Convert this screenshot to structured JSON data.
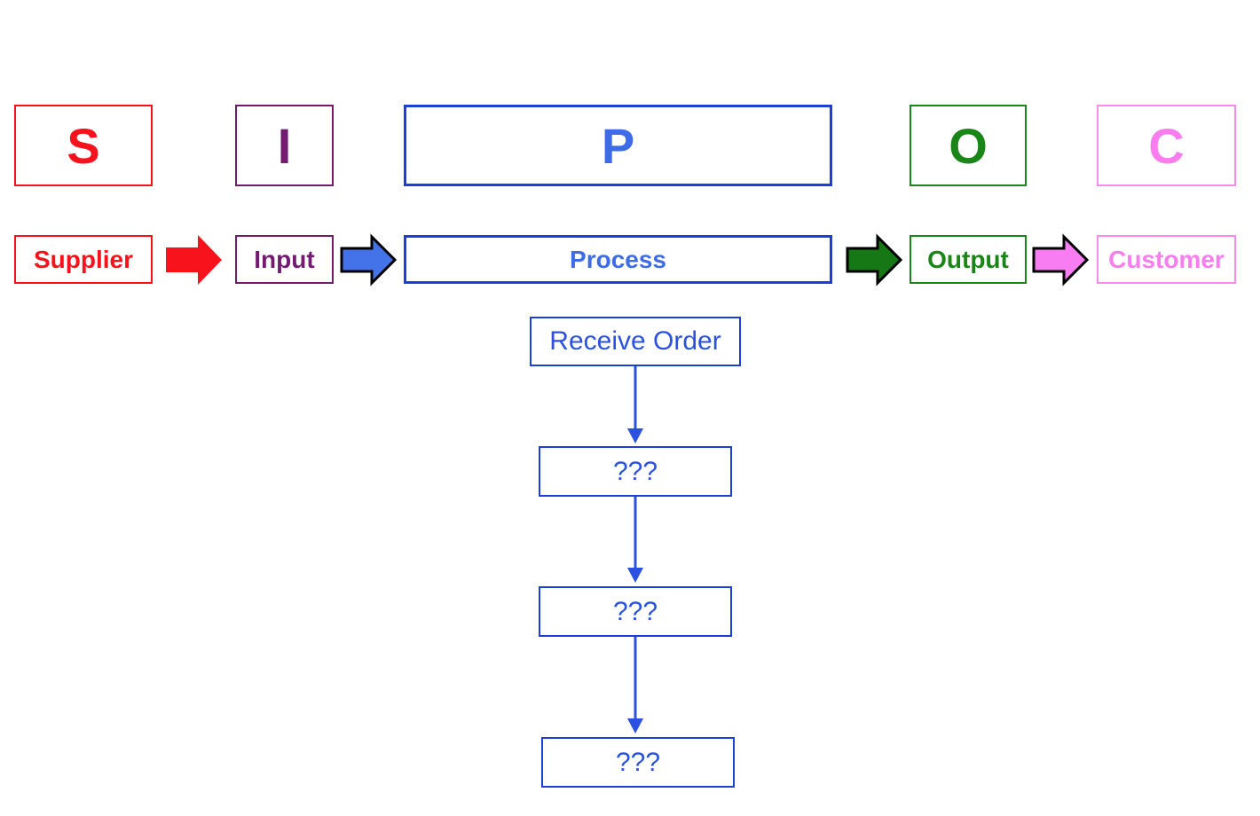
{
  "colors": {
    "red": "#F8121C",
    "purple": "#731B70",
    "blue": "#1C3FDB",
    "blue_light": "#3E6CE8",
    "blue_flow": "#2B51E0",
    "blue_arrow": "#4472E8",
    "green": "#1A8617",
    "green_arrow": "#157815",
    "pink": "#F97DEE",
    "pink_border": "#F98BF0",
    "pink_arrow": "#F97DF2",
    "outline": "#000000"
  },
  "sipoc": {
    "columns": [
      {
        "key": "supplier",
        "letter": "S",
        "label": "Supplier",
        "color": "red"
      },
      {
        "key": "input",
        "letter": "I",
        "label": "Input",
        "color": "purple"
      },
      {
        "key": "process",
        "letter": "P",
        "label": "Process",
        "color": "blue"
      },
      {
        "key": "output",
        "letter": "O",
        "label": "Output",
        "color": "green"
      },
      {
        "key": "customer",
        "letter": "C",
        "label": "Customer",
        "color": "pink"
      }
    ],
    "arrows": [
      {
        "name": "supplier-to-input",
        "color": "red"
      },
      {
        "name": "input-to-process",
        "color": "blue"
      },
      {
        "name": "process-to-output",
        "color": "green"
      },
      {
        "name": "output-to-customer",
        "color": "pink"
      }
    ]
  },
  "process_flow": {
    "steps": [
      {
        "label": "Receive Order"
      },
      {
        "label": "???"
      },
      {
        "label": "???"
      },
      {
        "label": "???"
      }
    ]
  }
}
